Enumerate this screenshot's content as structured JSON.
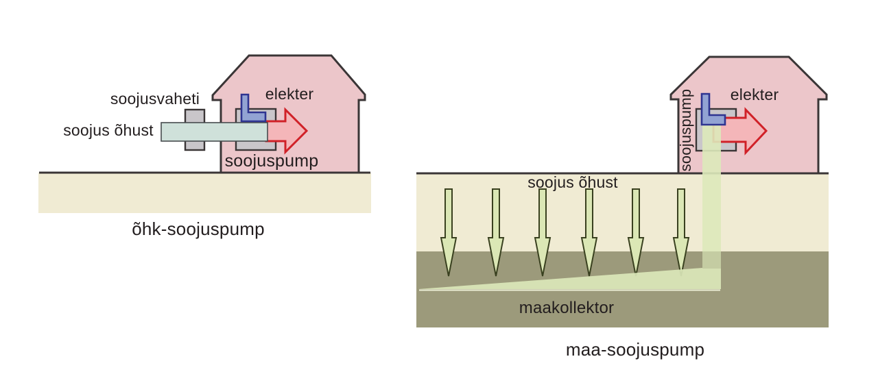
{
  "left_diagram": {
    "caption": "õhk-soojuspump",
    "labels": {
      "heat_exchanger": "soojusvaheti",
      "heat_source": "soojus õhust",
      "electricity": "elekter",
      "heat_pump": "soojuspump"
    }
  },
  "right_diagram": {
    "caption": "maa-soojuspump",
    "labels": {
      "heat_pump": "soojuspump",
      "electricity": "elekter",
      "heat_source": "soojus õhust",
      "ground_collector": "maakollektor"
    },
    "ground_arrow_count": 6
  },
  "colors": {
    "text": "#221d1e",
    "outline_dark": "#3a3536",
    "house_fill": "#ecc6ca",
    "ground_surface": "#f0ebd3",
    "ground_deep": "#9c9a7b",
    "air_duct_fill": "#cfe1da",
    "duct_stroke": "#464b4e",
    "metal_block": "#c9c6ca",
    "electric_pipe_fill": "#92a3d3",
    "electric_pipe_stroke": "#2e3491",
    "heat_arrow_fill": "#f4b6b9",
    "heat_arrow_stroke": "#d02128",
    "ground_arrow_fill": "#dbe7b5",
    "ground_arrow_stroke": "#39401f",
    "collector_fill": "#dde9ba",
    "collector_edge": "#eef1d8"
  }
}
